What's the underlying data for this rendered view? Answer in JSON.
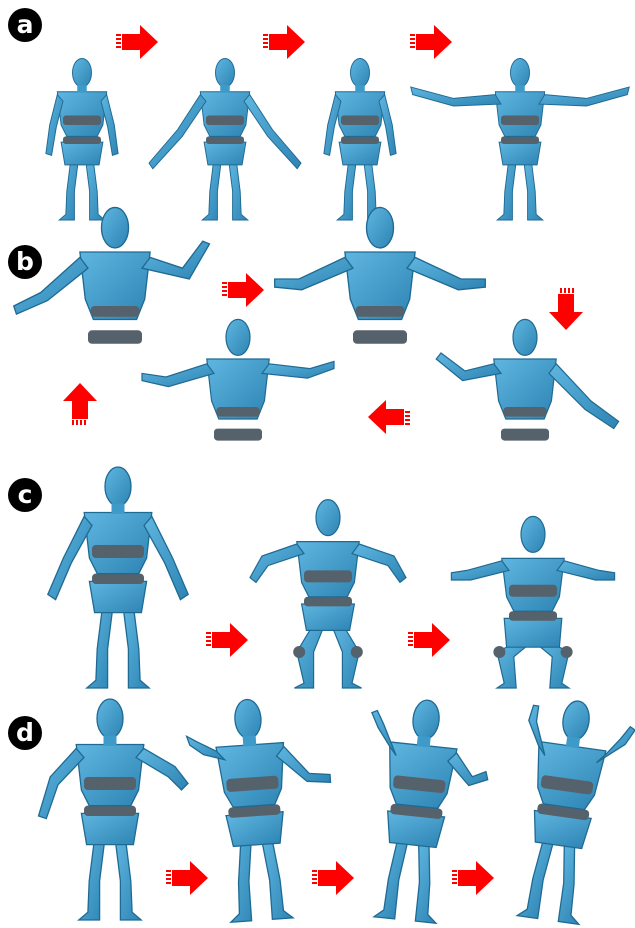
{
  "panels": [
    {
      "id": "a",
      "label": "a"
    },
    {
      "id": "b",
      "label": "b"
    },
    {
      "id": "c",
      "label": "c"
    },
    {
      "id": "d",
      "label": "d"
    }
  ],
  "colors": {
    "figure_body": "#3d9ac9",
    "figure_outline": "#1f6a93",
    "figure_joint": "#55616b",
    "arrow": "#ff0000",
    "badge_bg": "#000000",
    "badge_text": "#ffffff"
  },
  "icons": {
    "figure": "mannequin-figure-icon",
    "arrow": "red-striped-arrow-icon"
  }
}
